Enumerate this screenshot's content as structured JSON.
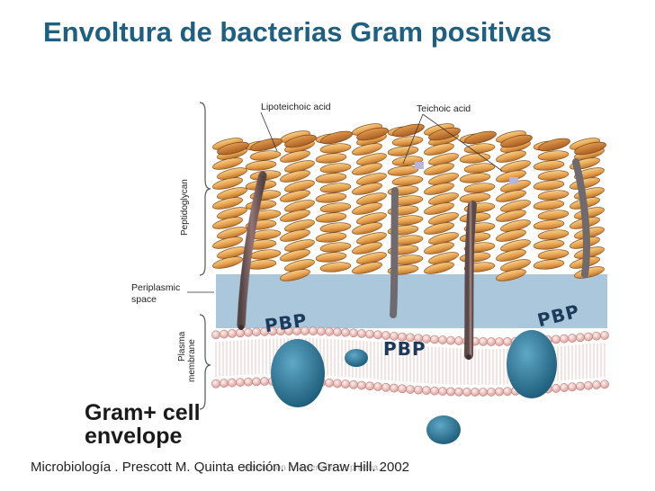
{
  "title": "Envoltura de bacterias Gram positivas",
  "figure": {
    "labels": {
      "lipoteichoic": "Lipoteichoic acid",
      "teichoic": "Teichoic acid",
      "peptidoglycan": "Peptidoglycan",
      "periplasmic_1": "Periplasmic",
      "periplasmic_2": "space",
      "plasma_membrane_1": "Plasma",
      "plasma_membrane_2": "membrane"
    },
    "envelope_line1": "Gram+ cell",
    "envelope_line2": "envelope",
    "pbp_labels": [
      "PBP",
      "PBP",
      "PBP"
    ]
  },
  "credit": "Microbiología . Prescott M. Quinta edición. Mac Graw Hill. 2002",
  "watermark": "Hecho con una versión de prueba...",
  "colors": {
    "title": "#1f5f82",
    "peptidoglycan": "#e3a65a",
    "periplasm": "#aac7db",
    "protein": "#1f6f8f",
    "lipid_head": "#f4c7c3"
  }
}
